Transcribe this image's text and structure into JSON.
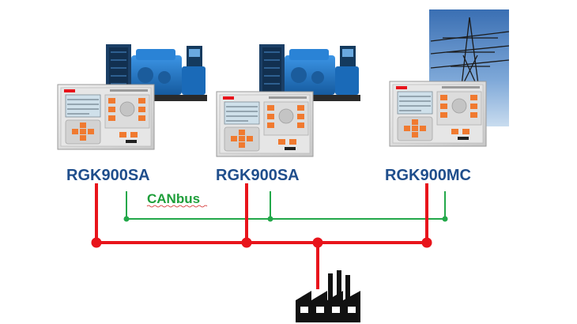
{
  "controllers": [
    {
      "name": "RGK900SA",
      "source_icon": "diesel-generator-icon"
    },
    {
      "name": "RGK900SA",
      "source_icon": "diesel-generator-icon"
    },
    {
      "name": "RGK900MC",
      "source_icon": "power-pylon-icon"
    }
  ],
  "bus": {
    "label": "CANbus"
  },
  "load_icon": "factory-icon",
  "colors": {
    "power_line": "#e8141b",
    "canbus_line": "#23a84a",
    "label_blue": "#1f4e8c",
    "canbus_text": "#1e9e3a",
    "generator_blue": "#1e73c8",
    "sky": "#4f86c6",
    "panel_grey": "#d8d8d8",
    "button_orange": "#f07a30"
  }
}
